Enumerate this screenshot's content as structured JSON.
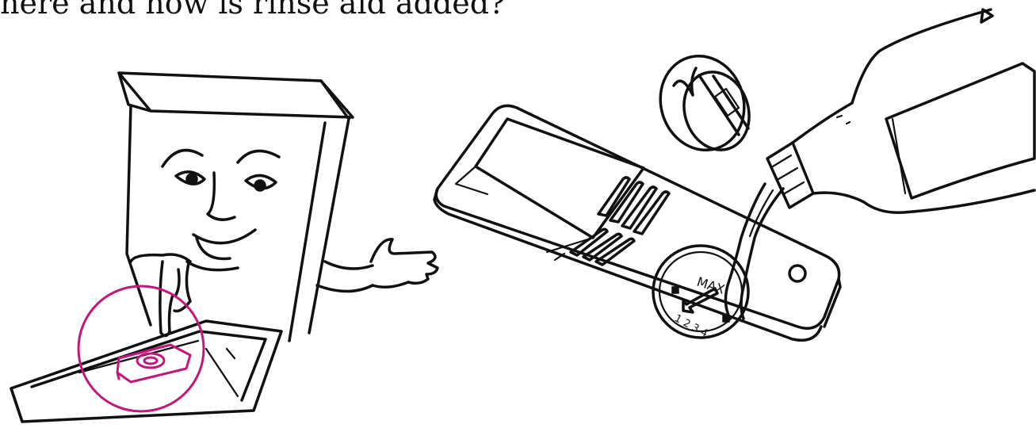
{
  "title": "here and how is rinse aid added?",
  "dial": {
    "max_label": "MAX",
    "scale_label": "1 2 3 4"
  },
  "colors": {
    "ink": "#111111",
    "highlight": "#c2187a",
    "background": "#ffffff"
  },
  "icons": {
    "character": "dishwasher-character-icon",
    "dispenser": "rinse-aid-dispenser-icon",
    "cap": "dispenser-cap-icon",
    "bottle": "rinse-aid-bottle-icon"
  }
}
